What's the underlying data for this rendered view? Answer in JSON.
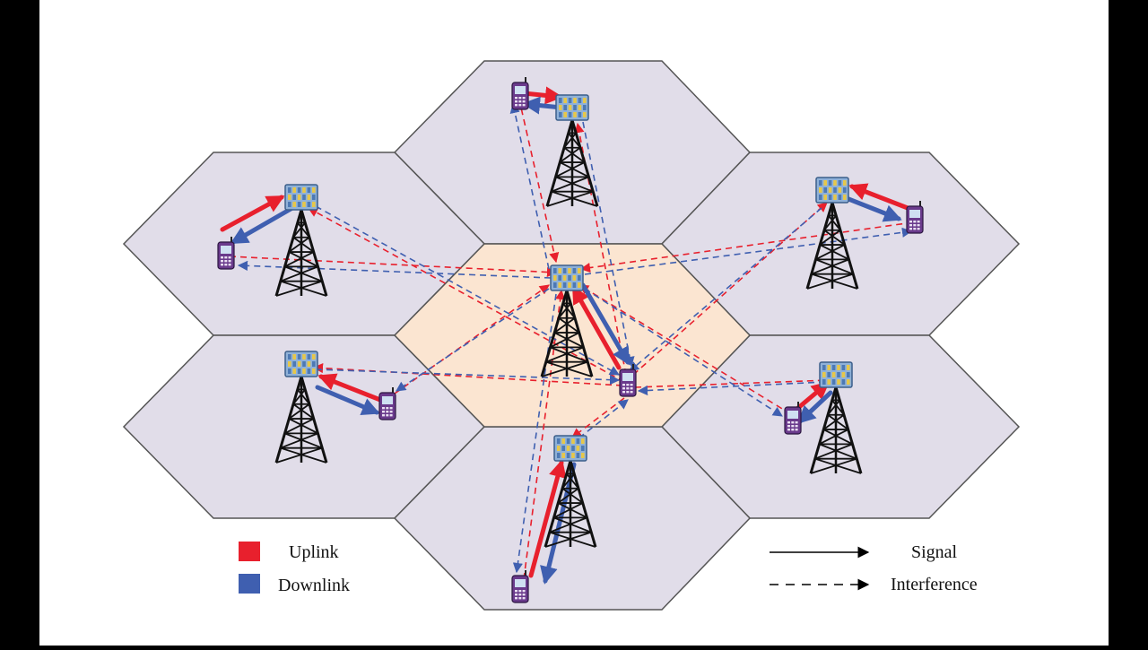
{
  "colors": {
    "frame": "#000000",
    "canvas": "#ffffff",
    "cell_fill": "#e1dde9",
    "center_cell_fill": "#fbe5d1",
    "cell_border": "#555555",
    "uplink": "#e8202d",
    "downlink": "#3f5fb0",
    "tower": "#111111",
    "antenna": "#8fb1d8",
    "phone": "#6a3a8c"
  },
  "legend": {
    "uplink_label": "Uplink",
    "downlink_label": "Downlink",
    "signal_label": "Signal",
    "interference_label": "Interference"
  },
  "cells": [
    {
      "id": "top",
      "role": "neighbor"
    },
    {
      "id": "upper-left",
      "role": "neighbor"
    },
    {
      "id": "upper-right",
      "role": "neighbor"
    },
    {
      "id": "center",
      "role": "serving"
    },
    {
      "id": "lower-left",
      "role": "neighbor"
    },
    {
      "id": "lower-right",
      "role": "neighbor"
    },
    {
      "id": "bottom",
      "role": "neighbor"
    }
  ]
}
